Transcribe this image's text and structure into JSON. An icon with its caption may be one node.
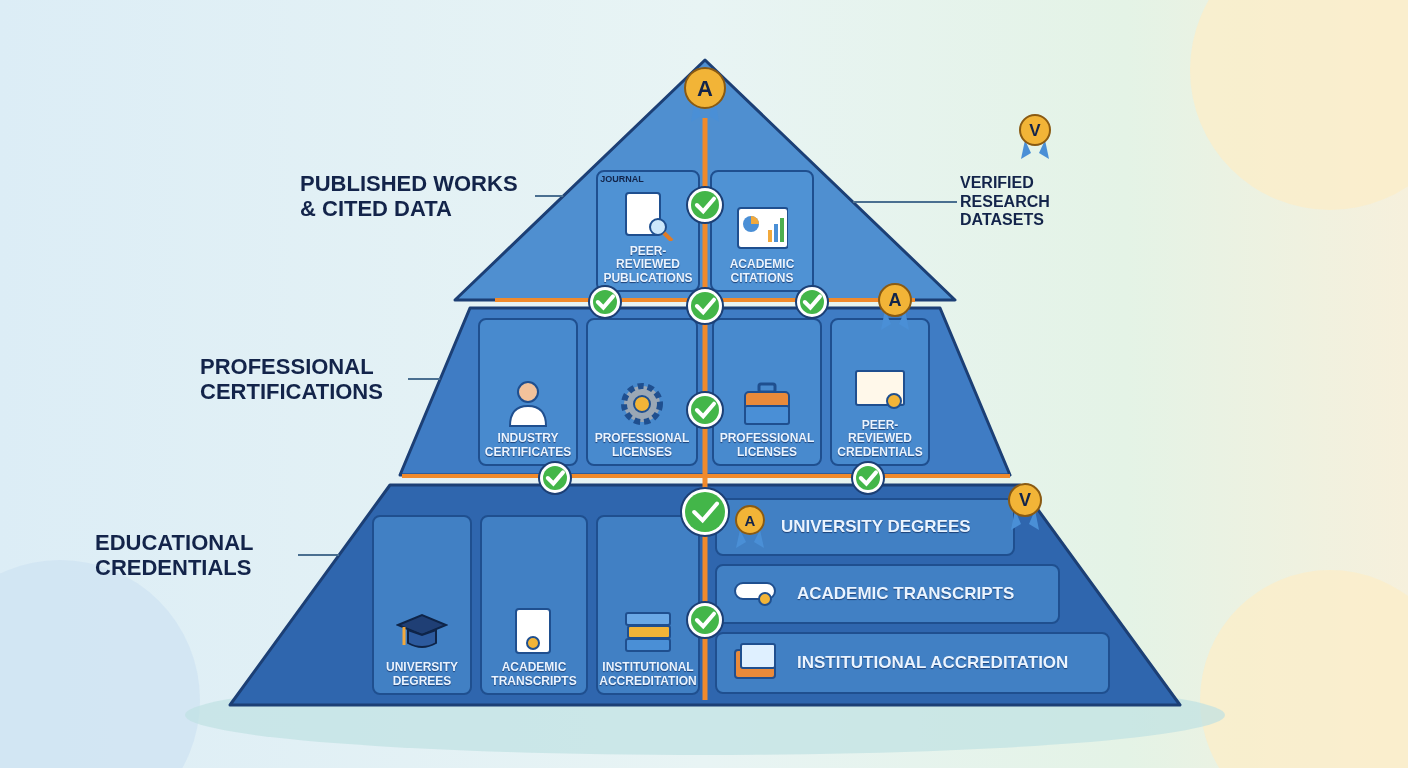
{
  "diagram": {
    "nodes": [
      {
        "text": [],
        "shape": "triangle"
      },
      {
        "text": [
          "PEER-REVIEWED PUBLICATIONS"
        ],
        "in": 0
      },
      {
        "text": [
          "ACADEMIC CITATIONS"
        ],
        "in": 0
      },
      {
        "text": [],
        "shape": "trapezoid"
      },
      {
        "text": [
          "INDUSTRY CERTIFICATES"
        ],
        "in": 3
      },
      {
        "text": [
          "PROFESSIONAL LICENSES"
        ],
        "in": 3
      },
      {
        "text": [
          "PROFESSIONAL LICENSES"
        ],
        "in": 3
      },
      {
        "text": [
          "PEER-REVIEWED CREDENTIALS"
        ],
        "in": 3
      },
      {
        "text": [],
        "shape": "trapezoid"
      },
      {
        "text": [
          "UNIVERSITY DEGREES"
        ],
        "in": 8
      },
      {
        "text": [
          "ACADEMIC TRANSCRIPTS"
        ],
        "in": 8
      },
      {
        "text": [
          "INSTITUTIONAL ACCREDITATION"
        ],
        "in": 8
      },
      {
        "text": [
          "UNIVERSITY DEGREES"
        ],
        "in": 8
      },
      {
        "text": [
          "ACADEMIC TRANSCRIPTS"
        ],
        "in": 8
      },
      {
        "text": [
          "INSTITUTIONAL ACCREDITATION"
        ],
        "in": 8
      },
      {
        "text": [
          "PUBLISHED WORKS & CITED DATA"
        ]
      },
      {
        "text": [
          "PROFESSIONAL CERTIFICATIONS"
        ]
      },
      {
        "text": [
          "EDUCATIONAL CREDENTIALS"
        ]
      },
      {
        "text": [
          "VERIFIED RESEARCH DATASETS"
        ]
      }
    ],
    "edges": [
      {
        "from": 15,
        "to": 0,
        "arrow": "none"
      },
      {
        "from": 18,
        "to": 0,
        "arrow": "none"
      },
      {
        "from": 16,
        "to": 3,
        "arrow": "none"
      },
      {
        "from": 17,
        "to": 8,
        "arrow": "none"
      }
    ],
    "labels": [
      "A",
      "JOURNAL",
      "V",
      "A",
      "V",
      "A"
    ]
  }
}
